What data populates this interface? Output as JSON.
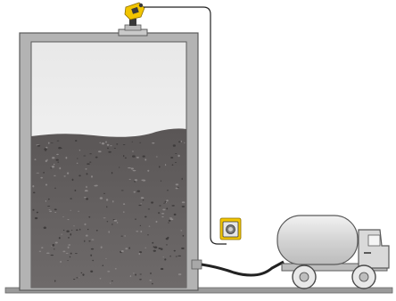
{
  "scene": {
    "components": {
      "level_sensor": "radar-level-sensor-icon",
      "display_unit": "remote-display-icon",
      "vessel": "storage-silo",
      "material": "bulk-solid-material",
      "tanker": "tanker-truck-icon",
      "hose": "loading-hose"
    },
    "fill_level_fraction": 0.55,
    "colors": {
      "sensor_yellow": "#f2c500",
      "sensor_dark": "#3a3a3a",
      "vessel_wall": "#b3b3b3",
      "vessel_outline": "#5a5a5a",
      "empty_space": "#f3f3f3",
      "material": "#615d5d",
      "truck_body": "#d9d9d9",
      "ground": "#9a9a9a",
      "cable": "#222222"
    }
  }
}
